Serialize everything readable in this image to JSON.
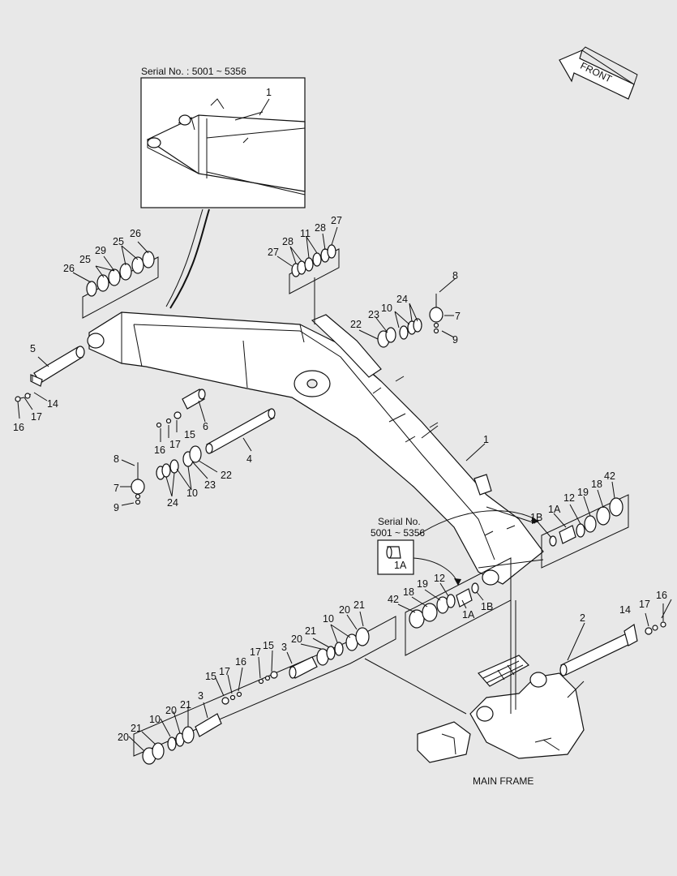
{
  "front_arrow": {
    "label": "FRONT"
  },
  "inset_top": {
    "title": "Serial No. : 5001 ~ 5356",
    "callout": "1"
  },
  "inset_small": {
    "title_line1": "Serial No.",
    "title_line2": "5001 ~ 5356",
    "part": "1A"
  },
  "main_frame": {
    "label": "MAIN FRAME"
  },
  "callouts": {
    "c1": "1",
    "c1b": "1B",
    "c1a": "1A",
    "c2": "2",
    "c3": "3",
    "c4": "4",
    "c5": "5",
    "c6": "6",
    "c7": "7",
    "c8": "8",
    "c9": "9",
    "c10": "10",
    "c12": "12",
    "c14": "14",
    "c15": "15",
    "c16": "16",
    "c17": "17",
    "c18": "18",
    "c19": "19",
    "c20": "20",
    "c21": "21",
    "c22": "22",
    "c23": "23",
    "c24": "24",
    "c25": "25",
    "c26": "26",
    "c27": "27",
    "c28": "28",
    "c29": "29",
    "c11": "11",
    "c42": "42"
  }
}
